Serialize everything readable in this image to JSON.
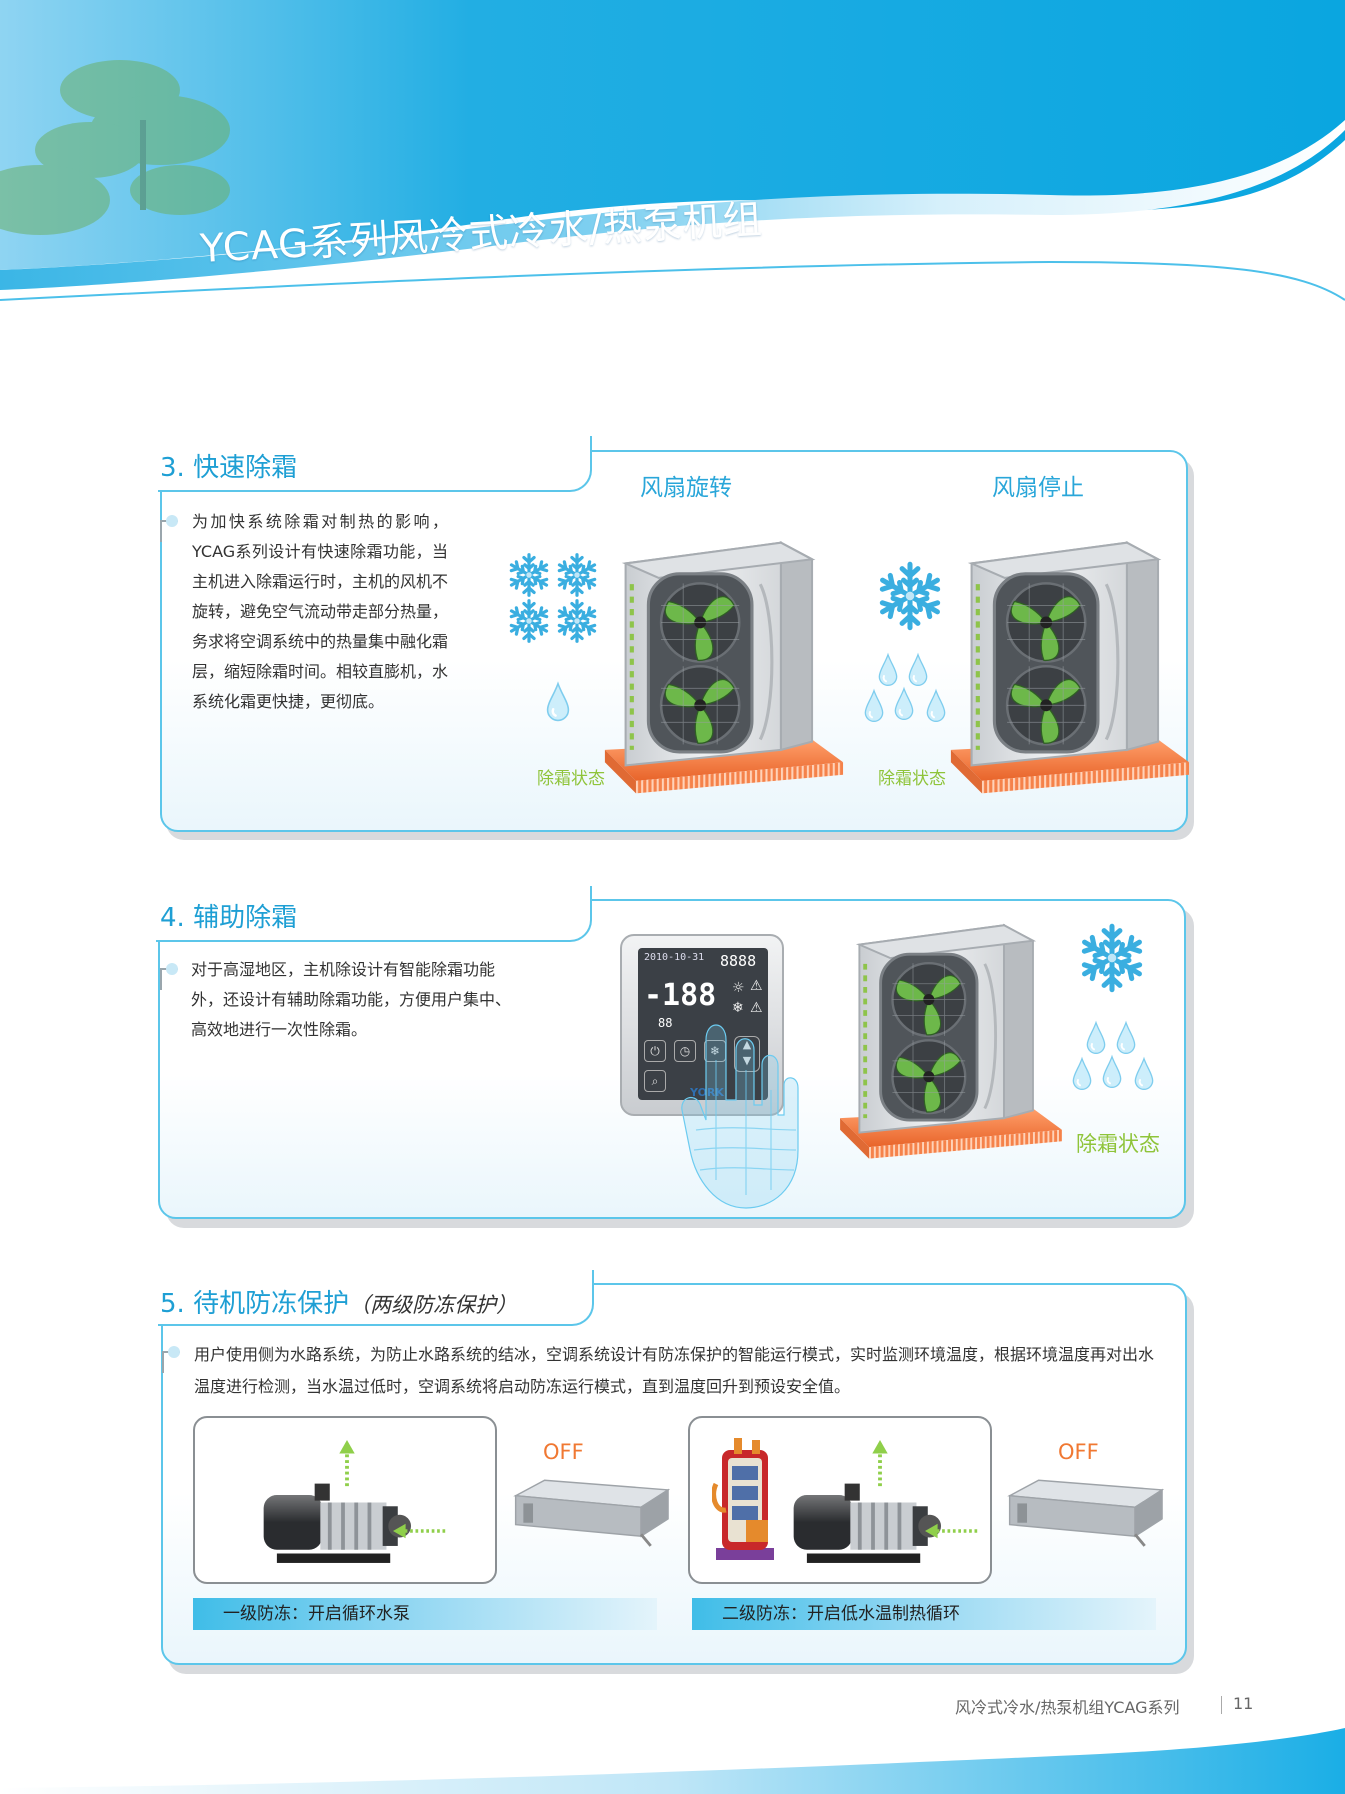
{
  "header": {
    "title": "YCAG系列风冷式冷水/热泵机组"
  },
  "sections": [
    {
      "title": "3. 快速除霜",
      "body": "为加快系统除霜对制热的影响，YCAG系列设计有快速除霜功能，当主机进入除霜运行时，主机的风机不旋转，避免空气流动带走部分热量，务求将空调系统中的热量集中融化霜层，缩短除霜时间。相较直膨机，水系统化霜更快捷，更彻底。",
      "labels": {
        "fan_rotating": "风扇旋转",
        "fan_stopped": "风扇停止",
        "defrost_state_1": "除霜状态",
        "defrost_state_2": "除霜状态"
      }
    },
    {
      "title": "4. 辅助除霜",
      "body": "对于高湿地区，主机除设计有智能除霜功能外，还设计有辅助除霜功能，方便用户集中、高效地进行一次性除霜。",
      "labels": {
        "defrost_state": "除霜状态"
      },
      "controller": {
        "display_top": "2010-10-31",
        "display_right": "8888",
        "display_main": "-188",
        "display_small": "88",
        "brand": "YORK"
      }
    },
    {
      "title": "5. 待机防冻保护",
      "subtitle": "（两级防冻保护）",
      "body": "用户使用侧为水路系统，为防止水路系统的结冰，空调系统设计有防冻保护的智能运行模式，实时监测环境温度，根据环境温度再对出水温度进行检测，当水温过低时，空调系统将启动防冻运行模式，直到温度回升到预设安全值。",
      "panels": [
        {
          "off_label": "OFF",
          "caption": "一级防冻：开启循环水泵"
        },
        {
          "off_label": "OFF",
          "caption": "二级防冻：开启低水温制热循环"
        }
      ]
    }
  ],
  "footer": {
    "text": "风冷式冷水/热泵机组YCAG系列",
    "page_number": "11"
  },
  "colors": {
    "brand_blue": "#1e9fd4",
    "frame_cyan": "#5cc6ea",
    "accent_green": "#8fc43a",
    "off_orange": "#f07832"
  }
}
